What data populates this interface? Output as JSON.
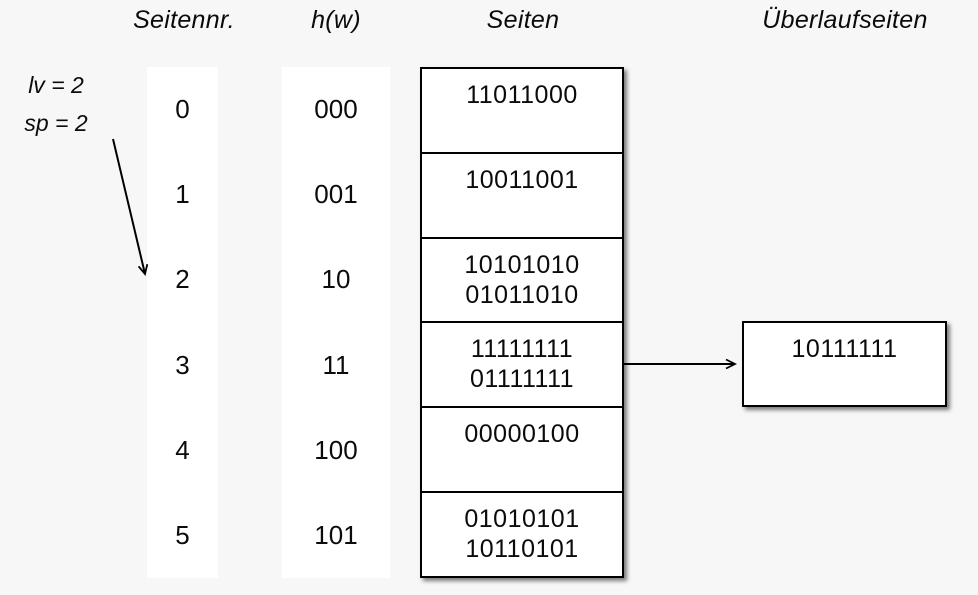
{
  "colors": {
    "background": "#f7f7f7",
    "box_fill": "#ffffff",
    "line": "#000000"
  },
  "headers": {
    "page_number": "Seitennr.",
    "hash": "h(w)",
    "pages": "Seiten",
    "overflow_pages": "Überlaufseiten"
  },
  "annotation": {
    "level": "lv = 2",
    "split_pointer": "sp = 2"
  },
  "rows": [
    {
      "page_no": "0",
      "hash": "000",
      "entries": [
        "11011000"
      ]
    },
    {
      "page_no": "1",
      "hash": "001",
      "entries": [
        "10011001"
      ]
    },
    {
      "page_no": "2",
      "hash": "10",
      "entries": [
        "10101010",
        "01011010"
      ]
    },
    {
      "page_no": "3",
      "hash": "11",
      "entries": [
        "11111111",
        "01111111"
      ]
    },
    {
      "page_no": "4",
      "hash": "100",
      "entries": [
        "00000100"
      ]
    },
    {
      "page_no": "5",
      "hash": "101",
      "entries": [
        "01010101",
        "10110101"
      ]
    }
  ],
  "overflow": {
    "entries": [
      "10111111"
    ]
  }
}
